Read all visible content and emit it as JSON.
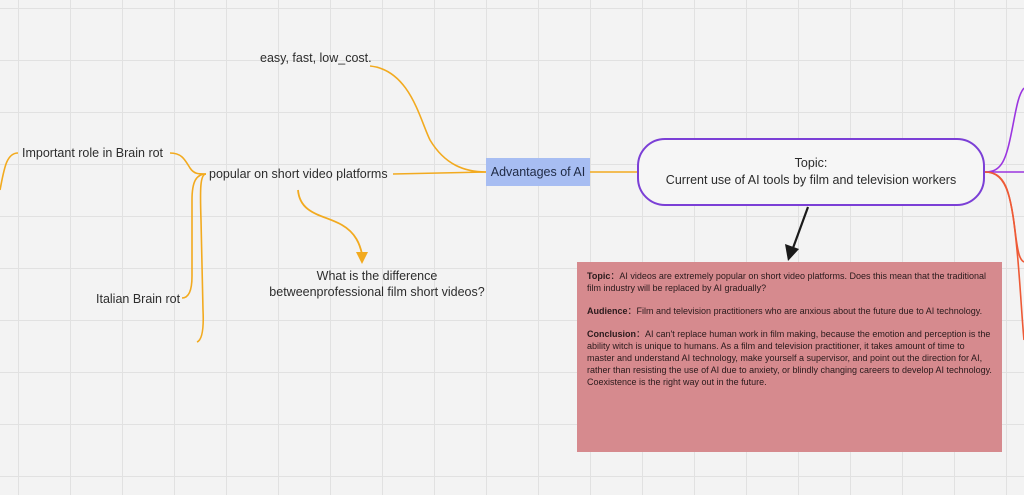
{
  "nodes": {
    "easy": "easy, fast, low_cost.",
    "brain_rot_role": "Important role in Brain rot",
    "popular": "popular on short video platforms",
    "advantages": "Advantages of AI",
    "difference_line1": "What is the difference",
    "difference_line2": "betweenprofessional film short videos?",
    "italian": "Italian Brain rot",
    "topic_line1": "Topic:",
    "topic_line2": "Current use of AI tools by film and television workers"
  },
  "note": {
    "topic_label": "Topic",
    "topic_sep": "：",
    "topic_text": "AI videos are extremely popular on short video platforms. Does this mean that the traditional film industry will be replaced by AI gradually?",
    "audience_label": "Audience",
    "audience_sep": "：",
    "audience_text": "Film and television practitioners who are anxious about the future due to AI technology.",
    "conclusion_label": "Conclusion",
    "conclusion_sep": "：",
    "conclusion_text": "AI can't replace human work in film making, because the emotion and perception is the ability witch is unique to humans. As a film and television practitioner, it takes amount of time to master and understand AI technology, make yourself a supervisor, and point out the direction for AI, rather than resisting the use of AI due to anxiety, or blindly changing careers to develop AI technology. Coexistence is the right way out in the future."
  },
  "colors": {
    "connector_orange": "#f2aa1f",
    "topic_border": "#7b3fd6",
    "advantages_fill": "#a7bdf2",
    "note_fill": "#d68a8e",
    "branch_purple": "#9b35e0",
    "branch_red": "#ee5a36",
    "arrow": "#1a1a1a"
  }
}
